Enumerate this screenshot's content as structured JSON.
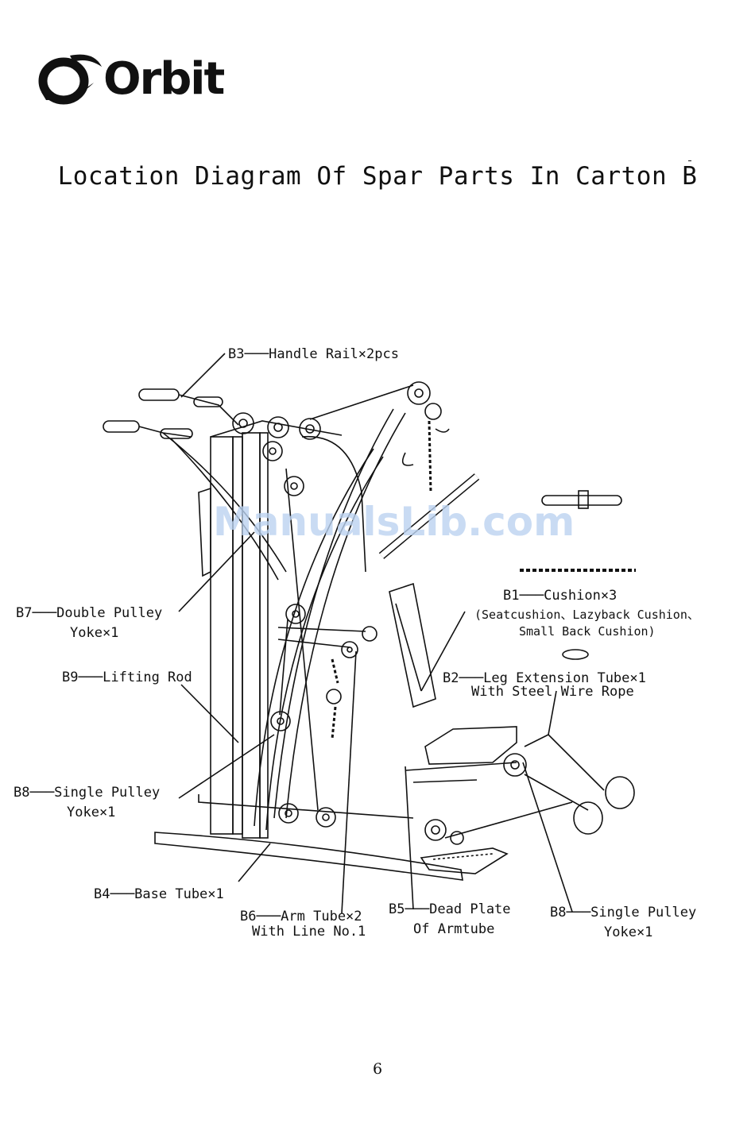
{
  "brand": {
    "name": "Orbit"
  },
  "title": "Location Diagram Of Spar Parts In Carton B",
  "watermark": "ManualsLib.com",
  "labels": {
    "b3": "B3───Handle Rail×2pcs",
    "b7_line1": "B7───Double Pulley",
    "b7_line2": "Yoke×1",
    "b9": "B9───Lifting Rod",
    "b8_left_line1": "B8───Single Pulley",
    "b8_left_line2": "Yoke×1",
    "b4": "B4───Base Tube×1",
    "b6_line1": "B6───Arm Tube×2",
    "b6_line2": "With Line No.1",
    "b5_line1": "B5───Dead Plate",
    "b5_line2": "Of Armtube",
    "b8_right_line1": "B8───Single Pulley",
    "b8_right_line2": "Yoke×1",
    "b1_line1": "B1───Cushion×3",
    "b1_line2": "(Seatcushion、Lazyback Cushion、",
    "b1_line3": "Small Back Cushion)",
    "b2_line1": "B2───Leg Extension Tube×1",
    "b2_line2": "With Steel Wire Rope"
  },
  "page_number": "6"
}
